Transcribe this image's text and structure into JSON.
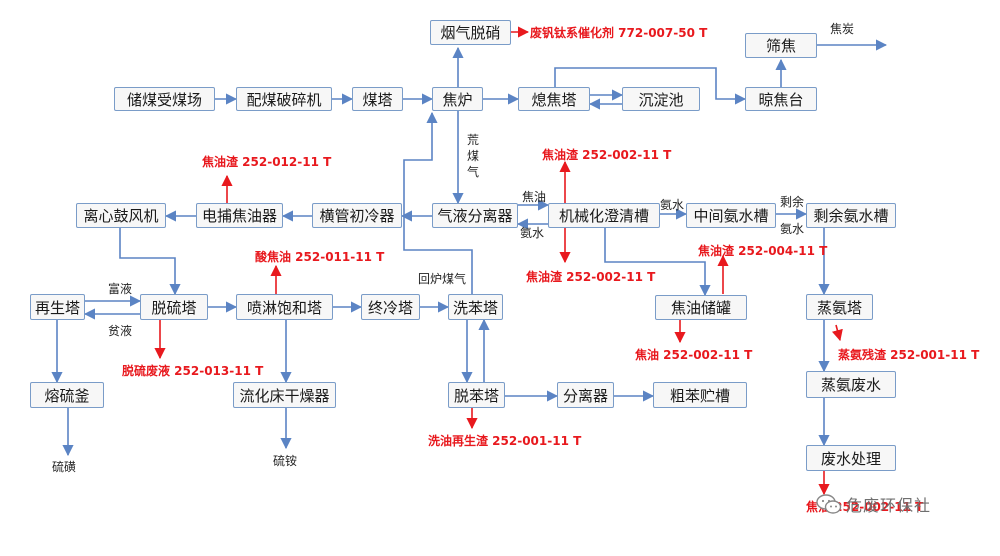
{
  "nodes": {
    "storage": "储煤受煤场",
    "crush": "配煤破碎机",
    "coal_tower": "煤塔",
    "coke_oven": "焦炉",
    "denox": "烟气脱硝",
    "quench": "熄焦塔",
    "settle": "沉淀池",
    "cool_yard": "晾焦台",
    "screen": "筛焦",
    "separator": "气液分离器",
    "primary_cooler": "横管初冷器",
    "tar_catcher": "电捕焦油器",
    "blower": "离心鼓风机",
    "clarifier": "机械化澄清槽",
    "mid_water": "中间氨水槽",
    "remain_water": "剩余氨水槽",
    "regen": "再生塔",
    "desulf": "脱硫塔",
    "spray_sat": "喷淋饱和塔",
    "final_cool": "终冷塔",
    "wash_benzene": "洗苯塔",
    "tar_tank": "焦油储罐",
    "ammonia_still": "蒸氨塔",
    "melt_sulfur": "熔硫釜",
    "fluid_dryer": "流化床干燥器",
    "debenzene": "脱苯塔",
    "sep": "分离器",
    "crude_benzene": "粗苯贮槽",
    "still_water": "蒸氨废水",
    "wastewater": "废水处理"
  },
  "labels": {
    "coke": "焦炭",
    "raw_gas": "荒煤气",
    "tar": "焦油",
    "ammonia_water_a": "氨水",
    "ammonia_water_b": "氨水",
    "ammonia_water_c": "氨水",
    "surplus": "剩余",
    "return_gas": "回炉煤气",
    "rich_liquor": "富液",
    "lean_liquor": "贫液",
    "sulfur": "硫磺",
    "ammonium_sulfate": "硫铵"
  },
  "waste": {
    "catalyst": "废钒钛系催化剂 772-007-50 T",
    "tar_residue_a": "焦油渣 252-012-11 T",
    "tar_b": "焦油渣 252-002-11 T",
    "tar_residue_b": "焦油渣 252-002-11 T",
    "acid_tar": "酸焦油 252-011-11 T",
    "tar_residue_c": "焦油渣 252-004-11 T",
    "desulf_liquid": "脱硫废液 252-013-11 T",
    "tar_c": "焦油 252-002-11 T",
    "still_residue": "蒸氨残渣 252-001-11 T",
    "wash_oil_residue": "洗油再生渣 252-001-11 T",
    "tar_top": "焦油 252-002-11 T"
  },
  "watermark": {
    "text": "危废环保社"
  },
  "colors": {
    "flow": "#5b84c4",
    "waste": "#e8191e",
    "node_border": "#7a9cc8"
  }
}
